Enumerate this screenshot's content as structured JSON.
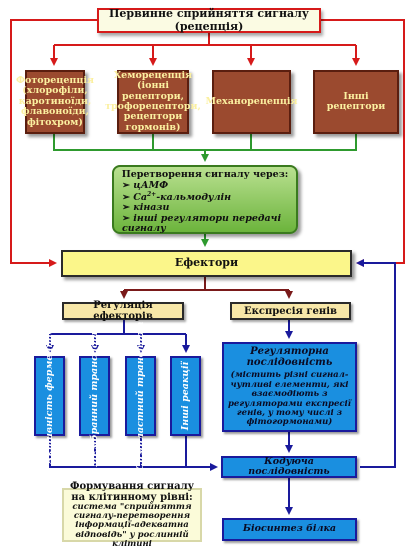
{
  "perception": "Первинне сприйняття сигналу (рецепція)",
  "receptors": [
    "Фоторецепція (хлорофіли, каротиноїди, флавоноїди, фітохром)",
    "Хеморецепція (іонні рецептори, трофорецептори, рецептори гормонів)",
    "Механорецепція",
    "Інші рецептори"
  ],
  "conversion": {
    "title": "Перетворення сигналу через:",
    "items": [
      "цАМФ",
      "-кальмодулін",
      "кінази",
      "інші регулятори передачі сигналу"
    ],
    "ca_base": "Ca",
    "ca_sup": "2+"
  },
  "effectors": "Ефектори",
  "regulation": "Регуляція ефекторів",
  "expression": "Експресія генів",
  "effects": [
    "Активність ферментів",
    "Мембранний транспорт",
    "Симпластний транспорт",
    "Інші реакції"
  ],
  "regulatory_seq": {
    "title": "Регуляторна послідовність",
    "desc": "(містить різні сигнал-чутливі елементи, які взаємодіють з регуляторами експресії генів, у тому числі з фітогормонами)"
  },
  "coding_seq": "Кодуюча послідовність",
  "protein": "Біосинтез білка",
  "formation": {
    "title": "Формування сигналу на клітинному рівні:",
    "desc": "система \"сприйняття сигналу-перетворення інформації-адекватна відповідь\" у рослинній клітині"
  },
  "colors": {
    "red_line": "#d61a1a",
    "green_line": "#2e9a2e",
    "maroon_line": "#7a1a1a",
    "blue_line": "#1a1a9c"
  }
}
